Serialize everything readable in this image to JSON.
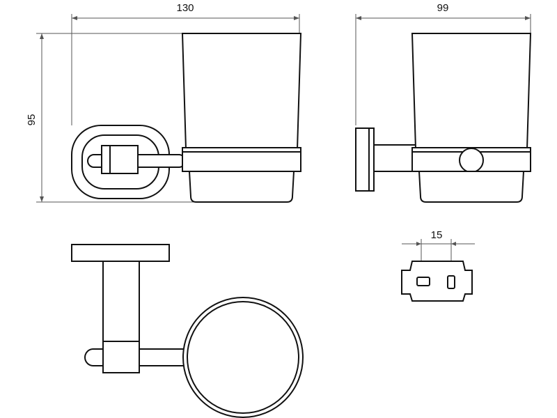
{
  "drawing": {
    "dimensions": {
      "front_width": "130",
      "front_height": "95",
      "side_width": "99",
      "mount_spacing": "15"
    }
  },
  "colors": {
    "line": "#111111",
    "dimension_line": "#555555",
    "background": "#ffffff"
  }
}
